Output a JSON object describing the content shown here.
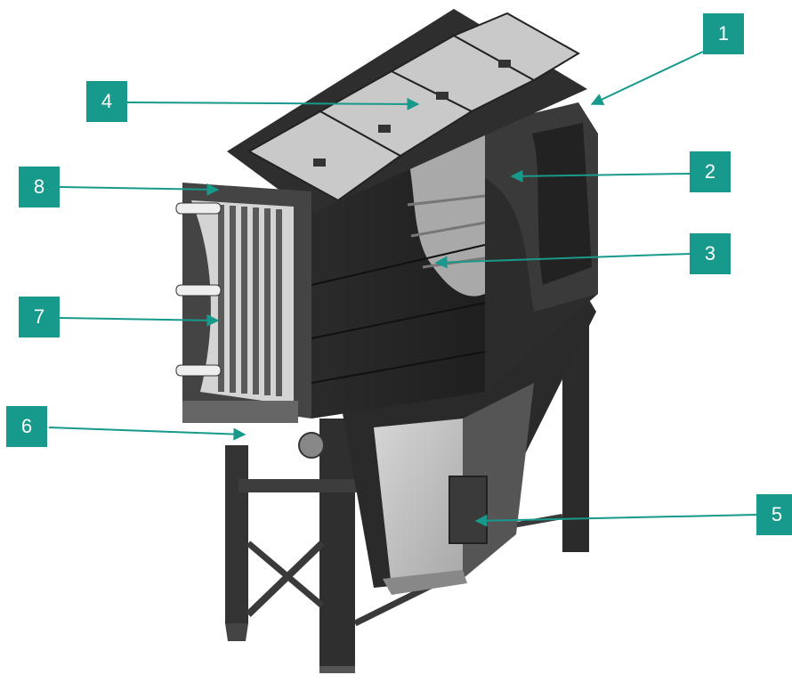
{
  "colors": {
    "callout": "#179a8c",
    "leader": "#179a8c",
    "steel_dark": "#2a2a2a",
    "steel_mid": "#3c3c3c",
    "panel_light": "#bdbdbd"
  },
  "callouts": [
    {
      "id": "1",
      "label": "1"
    },
    {
      "id": "2",
      "label": "2"
    },
    {
      "id": "3",
      "label": "3"
    },
    {
      "id": "4",
      "label": "4"
    },
    {
      "id": "5",
      "label": "5"
    },
    {
      "id": "6",
      "label": "6"
    },
    {
      "id": "7",
      "label": "7"
    },
    {
      "id": "8",
      "label": "8"
    }
  ]
}
